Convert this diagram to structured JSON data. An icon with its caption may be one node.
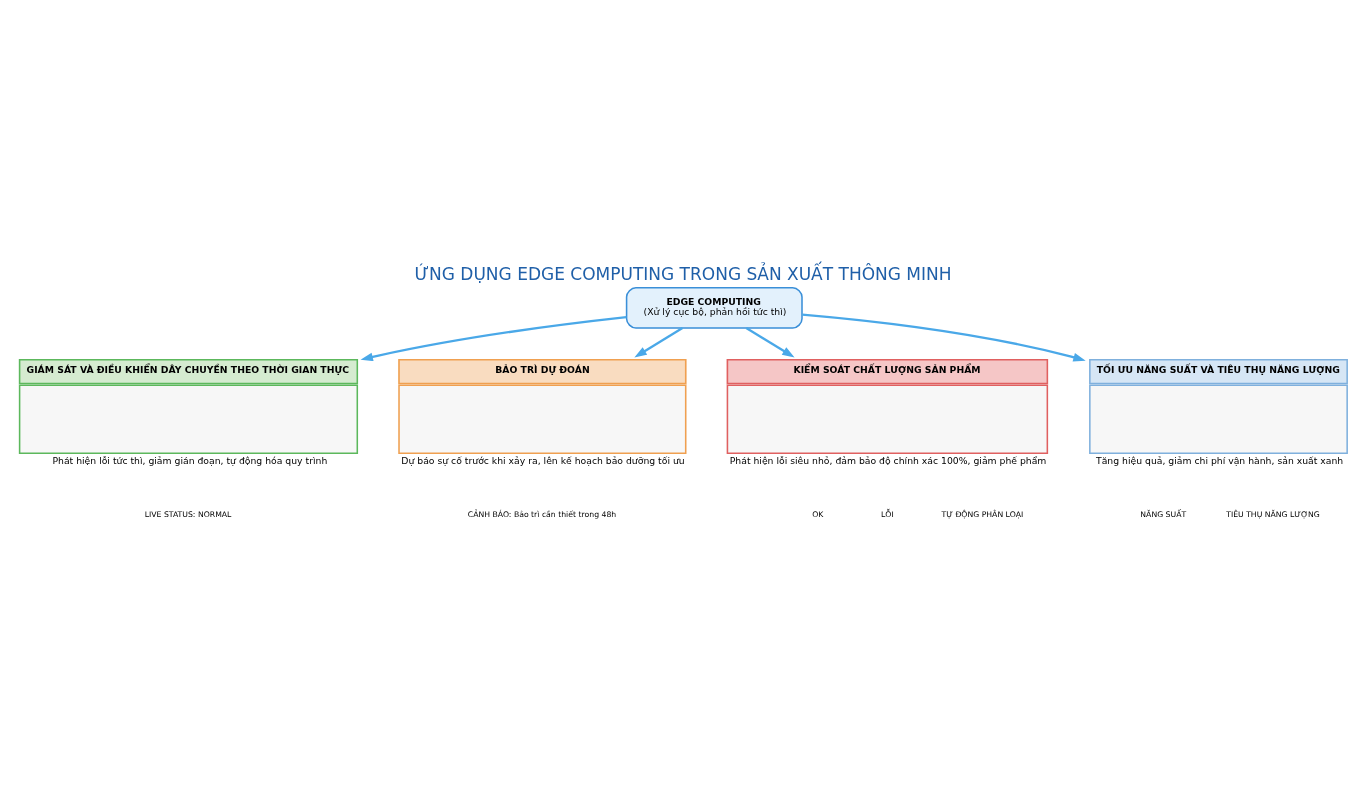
{
  "diagram": {
    "title": "ỨNG DỤNG EDGE COMPUTING TRONG SẢN XUẤT THÔNG MINH",
    "nodes": [
      {
        "text": [
          "EDGE COMPUTING",
          "(Xử lý cục bộ, phản hồi tức thì)"
        ]
      },
      {
        "text": [
          "GIÁM SÁT VÀ ĐIỀU KHIỂN DÂY CHUYỀN THEO THỜI GIAN THỰC"
        ],
        "beside": [
          "Phát hiện lỗi tức thì, giảm gián đoạn, tự động hóa quy trình"
        ]
      },
      {
        "text": [
          "BẢO TRÌ DỰ ĐOÁN"
        ],
        "beside": [
          "Dự báo sự cố trước khi xảy ra, lên kế hoạch bảo dưỡng tối ưu"
        ]
      },
      {
        "text": [
          "KIỂM SOÁT CHẤT LƯỢNG SẢN PHẨM"
        ],
        "beside": [
          "Phát hiện lỗi siêu nhỏ, đảm bảo độ chính xác 100%, giảm phế phẩm"
        ]
      },
      {
        "text": [
          "TỐI ƯU NĂNG SUẤT VÀ TIÊU THỤ NĂNG LƯỢNG"
        ],
        "beside": [
          "Tăng hiệu quả, giảm chi phí vận hành, sản xuất xanh"
        ]
      }
    ],
    "edges": [
      {
        "from": 0,
        "to": 1,
        "arrow": "to"
      },
      {
        "from": 0,
        "to": 2,
        "arrow": "to"
      },
      {
        "from": 0,
        "to": 3,
        "arrow": "to"
      },
      {
        "from": 0,
        "to": 4,
        "arrow": "to"
      }
    ],
    "labels": [
      "LIVE STATUS: NORMAL",
      "CẢNH BÁO: Bảo trì cần thiết trong 48h",
      "OK",
      "LỖI",
      "TỰ ĐỘNG PHÂN LOẠI",
      "NĂNG SUẤT",
      "TIÊU THỤ NĂNG LƯỢNG"
    ]
  }
}
